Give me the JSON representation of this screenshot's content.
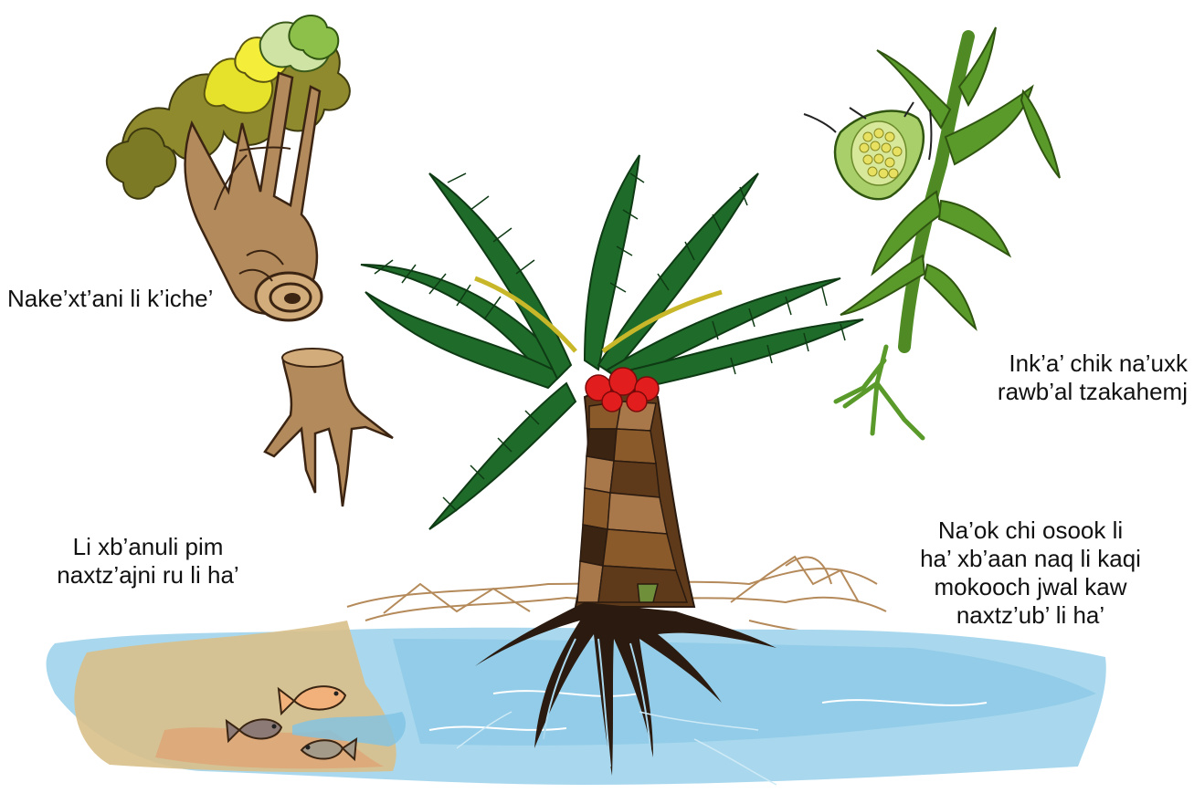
{
  "labels": {
    "tree": {
      "lines": [
        "Nake’xt’ani li k’iche’"
      ]
    },
    "corn": {
      "lines": [
        "Ink’a’ chik na’uxk",
        "rawb’al tzakahemj"
      ]
    },
    "fish": {
      "lines": [
        "Li xb’anuli pim",
        "naxtz’ajni ru li ha’"
      ]
    },
    "roots": {
      "lines": [
        "Na’ok chi osook li",
        "ha’ xb’aan naq li kaqi",
        "mokooch jwal kaw",
        "naxtz’ub’ li ha’"
      ]
    }
  },
  "illustration": {
    "palm_trunk_colors": [
      "#8a5a2b",
      "#5e3a1a",
      "#a8774a",
      "#3b2412",
      "#6f8f3a"
    ],
    "palm_leaf_color": "#1f6b2a",
    "palm_leaf_accent": "#c9b72a",
    "fruit_color": "#e11d1d",
    "water_color": "#a9d8ee",
    "water_dark": "#7fc3e4",
    "mud_color": "#d9c08a",
    "root_color": "#2a1a0f",
    "tree_bark": "#b28a5c",
    "corn_green": "#5a9a2a",
    "fish_colors": [
      "#f2b07a",
      "#8c7a76",
      "#a39a8a"
    ]
  }
}
